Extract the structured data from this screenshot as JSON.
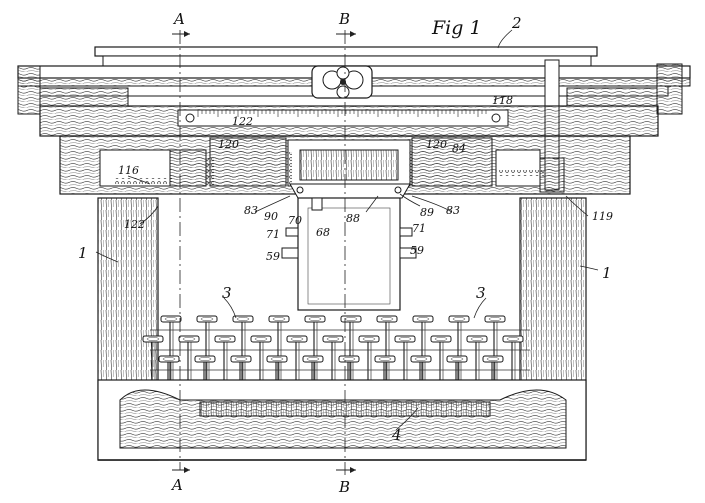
{
  "figure": {
    "title": "Fig 1"
  },
  "section_lines": {
    "A_top": "A",
    "B_top": "B",
    "A_bottom": "A",
    "B_bottom": "B"
  },
  "reference_numerals": {
    "n1_left": "1",
    "n1_right": "1",
    "n2": "2",
    "n3_left": "3",
    "n3_right": "3",
    "n4": "4",
    "n116": "116",
    "n118": "118",
    "n119": "119",
    "n120_left": "120",
    "n120_right": "120",
    "n122_top": "122",
    "n122_bottom": "122",
    "n83_left": "83",
    "n83_right": "83",
    "n88": "88",
    "n89": "89",
    "n90": "90",
    "n70": "70",
    "n68": "68",
    "n71_left": "71",
    "n71_right": "71",
    "n59_left": "59",
    "n59_right": "59",
    "n84": "84"
  }
}
